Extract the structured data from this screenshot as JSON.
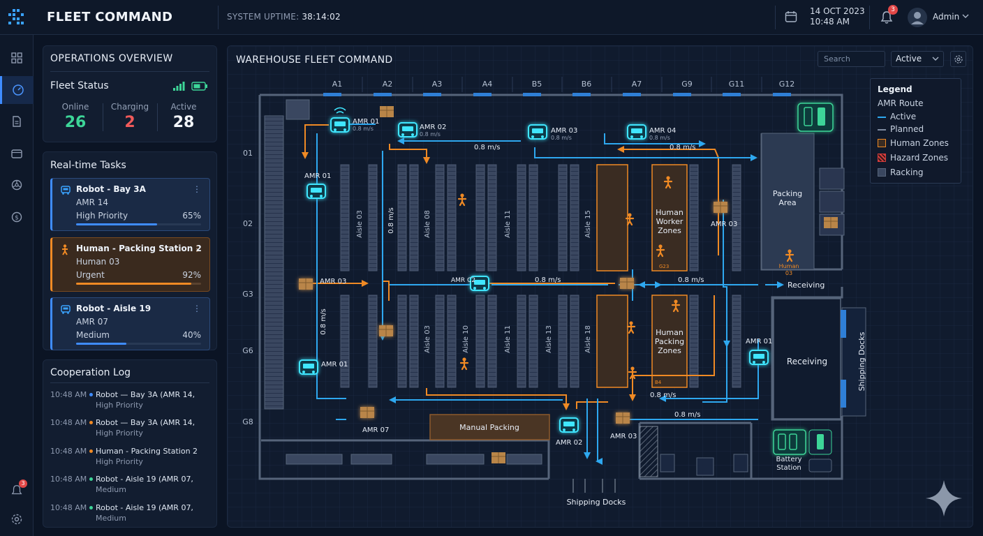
{
  "app": {
    "title": "FLEET COMMAND"
  },
  "header": {
    "uptime_label": "SYSTEM UPTIME:",
    "uptime_value": "38:14:02",
    "date": "14 OCT 2023",
    "time": "10:48 AM",
    "notif_count": "3",
    "user": "Admin"
  },
  "rail": {
    "icons": [
      "dashboard-icon",
      "gauge-icon",
      "document-icon",
      "wallet-icon",
      "network-icon",
      "dollar-icon"
    ],
    "bottom_badge": "3"
  },
  "operations": {
    "title": "OPERATIONS OVERVIEW",
    "fleet_status": "Fleet Status",
    "stats": [
      {
        "label": "Online",
        "value": "26",
        "color": "#3dd598"
      },
      {
        "label": "Charging",
        "value": "2",
        "color": "#f05a5a"
      },
      {
        "label": "Active",
        "value": "28",
        "color": "#f3f6fb"
      }
    ]
  },
  "tasks": {
    "title": "Real-time Tasks",
    "items": [
      {
        "title": "Robot - Bay 3A",
        "unit": "AMR 14",
        "priority": "High Priority",
        "progress": "65%",
        "progress_value": 0.65,
        "accent": "#3f8cff"
      },
      {
        "title": "Human - Packing Station 2",
        "unit": "Human 03",
        "priority": "Urgent",
        "progress": "92%",
        "progress_value": 0.92,
        "accent": "#f08a24"
      },
      {
        "title": "Robot - Aisle 19",
        "unit": "AMR 07",
        "priority": "Medium",
        "progress": "40%",
        "progress_value": 0.4,
        "accent": "#3f8cff"
      }
    ]
  },
  "log": {
    "title": "Cooperation Log",
    "entries": [
      {
        "time": "10:48 AM",
        "line1": "Robot — Bay 3A (AMR 14,",
        "line2": "High Priority",
        "color": "#3f8cff"
      },
      {
        "time": "10:48 AM",
        "line1": "Robot — Bay 3A (AMR 14,",
        "line2": "High Priority",
        "color": "#f08a24"
      },
      {
        "time": "10:48 AM",
        "line1": "Human - Packing Station 2",
        "line2": "High Priority",
        "color": "#f08a24"
      },
      {
        "time": "10:48 AM",
        "line1": "Robot - Aisle 19 (AMR 07,",
        "line2": "Medium",
        "color": "#3dd598"
      },
      {
        "time": "10:48 AM",
        "line1": "Robot - Aisle 19 (AMR 07,",
        "line2": "Medium",
        "color": "#3dd598"
      }
    ]
  },
  "map": {
    "title": "WAREHOUSE FLEET COMMAND",
    "search_placeholder": "Search",
    "filter_value": "Active",
    "columns": [
      "A1",
      "A2",
      "A3",
      "A4",
      "B5",
      "B6",
      "A7",
      "G9",
      "G11",
      "G12"
    ],
    "rows": [
      "01",
      "02",
      "G3",
      "G6",
      "G8"
    ],
    "aisles_top": [
      "Aisle 03",
      "Aisle 08",
      "Aisle 11",
      "Aisle 15"
    ],
    "aisles_bottom": [
      "Aisle 03",
      "Aisle 10",
      "Aisle 11",
      "Aisle 13",
      "Aisle 18"
    ],
    "speed": "0.8 m/s",
    "speed_vertical": "0.8 m/s",
    "zones": {
      "human_worker": [
        "Human",
        "Worker",
        "Zones"
      ],
      "human_packing": [
        "Human",
        "Packing",
        "Zones"
      ],
      "packing_area": [
        "Packing",
        "Area"
      ],
      "receiving": "Receiving",
      "receiving_arrow": "Receiving",
      "shipping_docks_side": "Shipping Docks",
      "shipping_docks_bottom": "Shipping Docks",
      "manual_packing": "Manual Packing",
      "battery_station": [
        "Battery",
        "Station"
      ],
      "human_tag": [
        "Human",
        "03"
      ],
      "zone_tag_top": "G23",
      "zone_tag_bottom": "B4"
    },
    "robots": [
      {
        "label": "AMR 01",
        "speed": "0.8 m/s"
      },
      {
        "label": "AMR 02",
        "speed": "0.8 m/s"
      },
      {
        "label": "AMR 03",
        "speed": "0.8 m/s"
      },
      {
        "label": "AMR 04",
        "speed": "0.8 m/s"
      },
      {
        "label": "AMR 01",
        "speed": ""
      },
      {
        "label": "AMR 03",
        "speed": ""
      },
      {
        "label": "AMR 01",
        "speed": ""
      },
      {
        "label": "AMR 07",
        "speed": ""
      },
      {
        "label": "AMR C2",
        "speed": ""
      },
      {
        "label": "AMR 03",
        "speed": ""
      },
      {
        "label": "AMR 01",
        "speed": ""
      },
      {
        "label": "AMR 02",
        "speed": ""
      },
      {
        "label": "AMR 03",
        "speed": ""
      }
    ],
    "legend": {
      "title": "Legend",
      "subtitle": "AMR Route",
      "items": [
        {
          "label": "Active",
          "color": "#2ea8f0"
        },
        {
          "label": "Planned",
          "color": "#7f8ba0"
        },
        {
          "label": "Human Zones",
          "color": "#f08a24"
        },
        {
          "label": "Hazard Zones",
          "color": "#d43c3c"
        },
        {
          "label": "Racking",
          "color": "#3a4760"
        }
      ]
    }
  }
}
